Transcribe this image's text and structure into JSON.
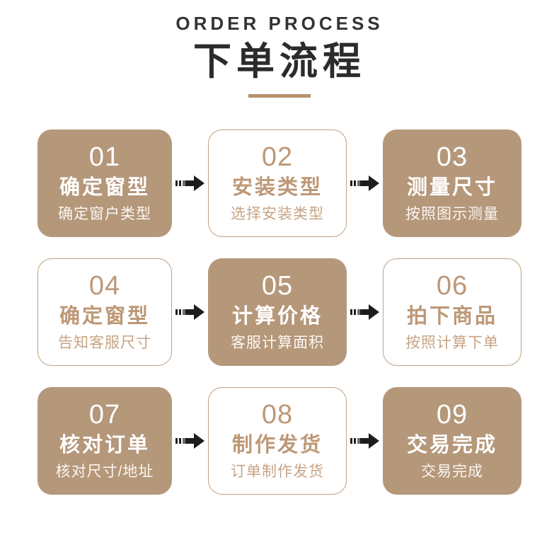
{
  "header": {
    "subtitle": "ORDER PROCESS",
    "title": "下单流程"
  },
  "colors": {
    "accent_fill": "#b5977a",
    "outline_border": "#c2a083",
    "outline_text": "#bd9877",
    "divider": "#b6916c",
    "heading_text": "#2b2b2b",
    "arrow": "#1d1d1d",
    "card_text_on_fill": "#ffffff"
  },
  "steps": [
    {
      "number": "01",
      "title": "确定窗型",
      "desc": "确定窗户类型",
      "variant": "filled"
    },
    {
      "number": "02",
      "title": "安装类型",
      "desc": "选择安装类型",
      "variant": "outline"
    },
    {
      "number": "03",
      "title": "测量尺寸",
      "desc": "按照图示测量",
      "variant": "filled"
    },
    {
      "number": "04",
      "title": "确定窗型",
      "desc": "告知客服尺寸",
      "variant": "outline"
    },
    {
      "number": "05",
      "title": "计算价格",
      "desc": "客服计算面积",
      "variant": "filled"
    },
    {
      "number": "06",
      "title": "拍下商品",
      "desc": "按照计算下单",
      "variant": "outline"
    },
    {
      "number": "07",
      "title": "核对订单",
      "desc": "核对尺寸/地址",
      "variant": "filled"
    },
    {
      "number": "08",
      "title": "制作发货",
      "desc": "订单制作发货",
      "variant": "outline"
    },
    {
      "number": "09",
      "title": "交易完成",
      "desc": "交易完成",
      "variant": "filled"
    }
  ]
}
